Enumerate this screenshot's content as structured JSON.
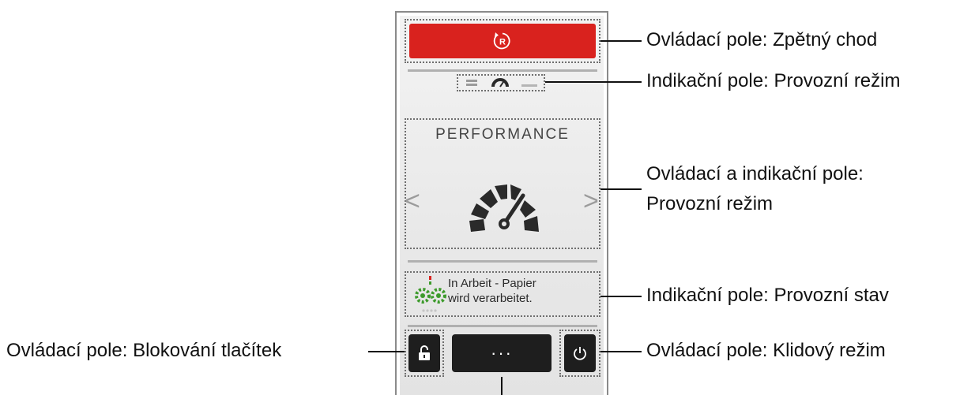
{
  "device": {
    "mode_title": "PERFORMANCE",
    "status_line_1": "In Arbeit - Papier",
    "status_line_2": "wird verarbeitet.",
    "prev_arrow": "<",
    "next_arrow": ">",
    "menu_dots": "···",
    "reverse_icon": "reverse-R-icon",
    "lock_icon": "lock-open-icon",
    "power_icon": "power-icon",
    "accent_red": "#d9221e",
    "status_green": "#3c9a2b"
  },
  "callouts": {
    "reverse": "Ovládací pole: Zpětný chod",
    "mode_indicator": "Indikační pole: Provozní režim",
    "mode_control_1": "Ovládací a indikační pole:",
    "mode_control_2": "Provozní režim",
    "status": "Indikační pole: Provozní stav",
    "lock": "Ovládací pole: Blokování tlačítek",
    "standby": "Ovládací pole: Klidový režim"
  }
}
